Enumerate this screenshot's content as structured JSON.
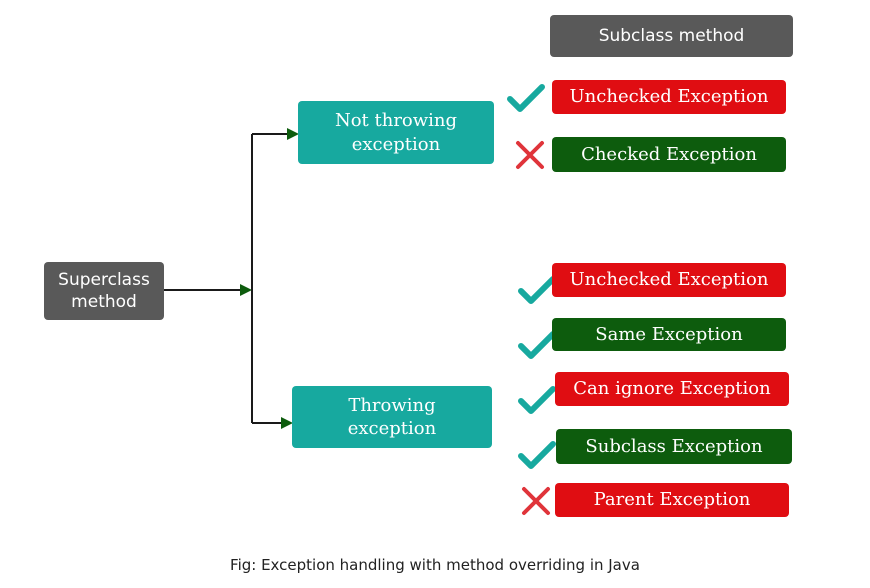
{
  "header": {
    "subclass_label": "Subclass method"
  },
  "superclass": {
    "line1": "Superclass",
    "line2": "method"
  },
  "branches": {
    "not_throwing": {
      "line1": "Not throwing",
      "line2": "exception",
      "items": [
        {
          "label": "Unchecked Exception",
          "allowed": true,
          "color": "#e00d12"
        },
        {
          "label": "Checked Exception",
          "allowed": false,
          "color": "#0d5c0d"
        }
      ]
    },
    "throwing": {
      "line1": "Throwing",
      "line2": "exception",
      "items": [
        {
          "label": "Unchecked Exception",
          "allowed": true,
          "color": "#e00d12"
        },
        {
          "label": "Same Exception",
          "allowed": true,
          "color": "#0d5c0d"
        },
        {
          "label": "Can ignore Exception",
          "allowed": true,
          "color": "#e00d12"
        },
        {
          "label": "Subclass  Exception",
          "allowed": true,
          "color": "#0d5c0d"
        },
        {
          "label": "Parent   Exception",
          "allowed": false,
          "color": "#e00d12"
        }
      ]
    }
  },
  "colors": {
    "node_gray": "#595959",
    "node_teal": "#17a99f",
    "check": "#17a99f",
    "cross": "#e0343a",
    "arrow_line": "#1a1a1a",
    "arrow_head": "#0d5c0d"
  },
  "caption": "Fig:  Exception handling with  method overriding in Java"
}
